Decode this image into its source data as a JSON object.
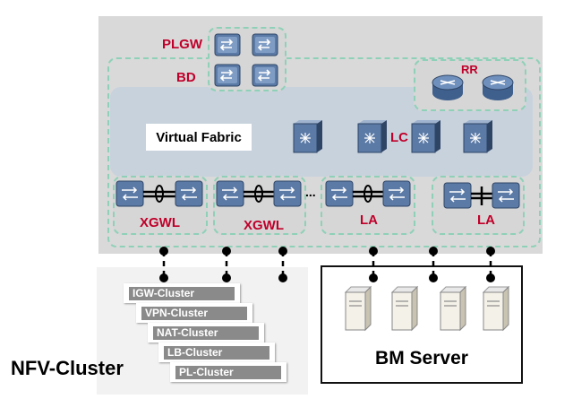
{
  "labels": {
    "plgw": "PLGW",
    "bd": "BD",
    "rr": "RR",
    "virtual_fabric": "Virtual Fabric",
    "lc": "LC",
    "xgwl_1": "XGWL",
    "xgwl_2": "XGWL",
    "la_1": "LA",
    "la_2": "LA",
    "ellipsis": "...",
    "nfv_cluster": "NFV-Cluster",
    "bm_server": "BM Server"
  },
  "clusters": [
    "IGW-Cluster",
    "VPN-Cluster",
    "NAT-Cluster",
    "LB-Cluster",
    "PL-Cluster"
  ],
  "colors": {
    "label_red": "#c0002a",
    "switch_blue": "#5b7aa6",
    "dashed_green": "#8fd1b8",
    "fabric_blue": "#c8d2dd"
  }
}
